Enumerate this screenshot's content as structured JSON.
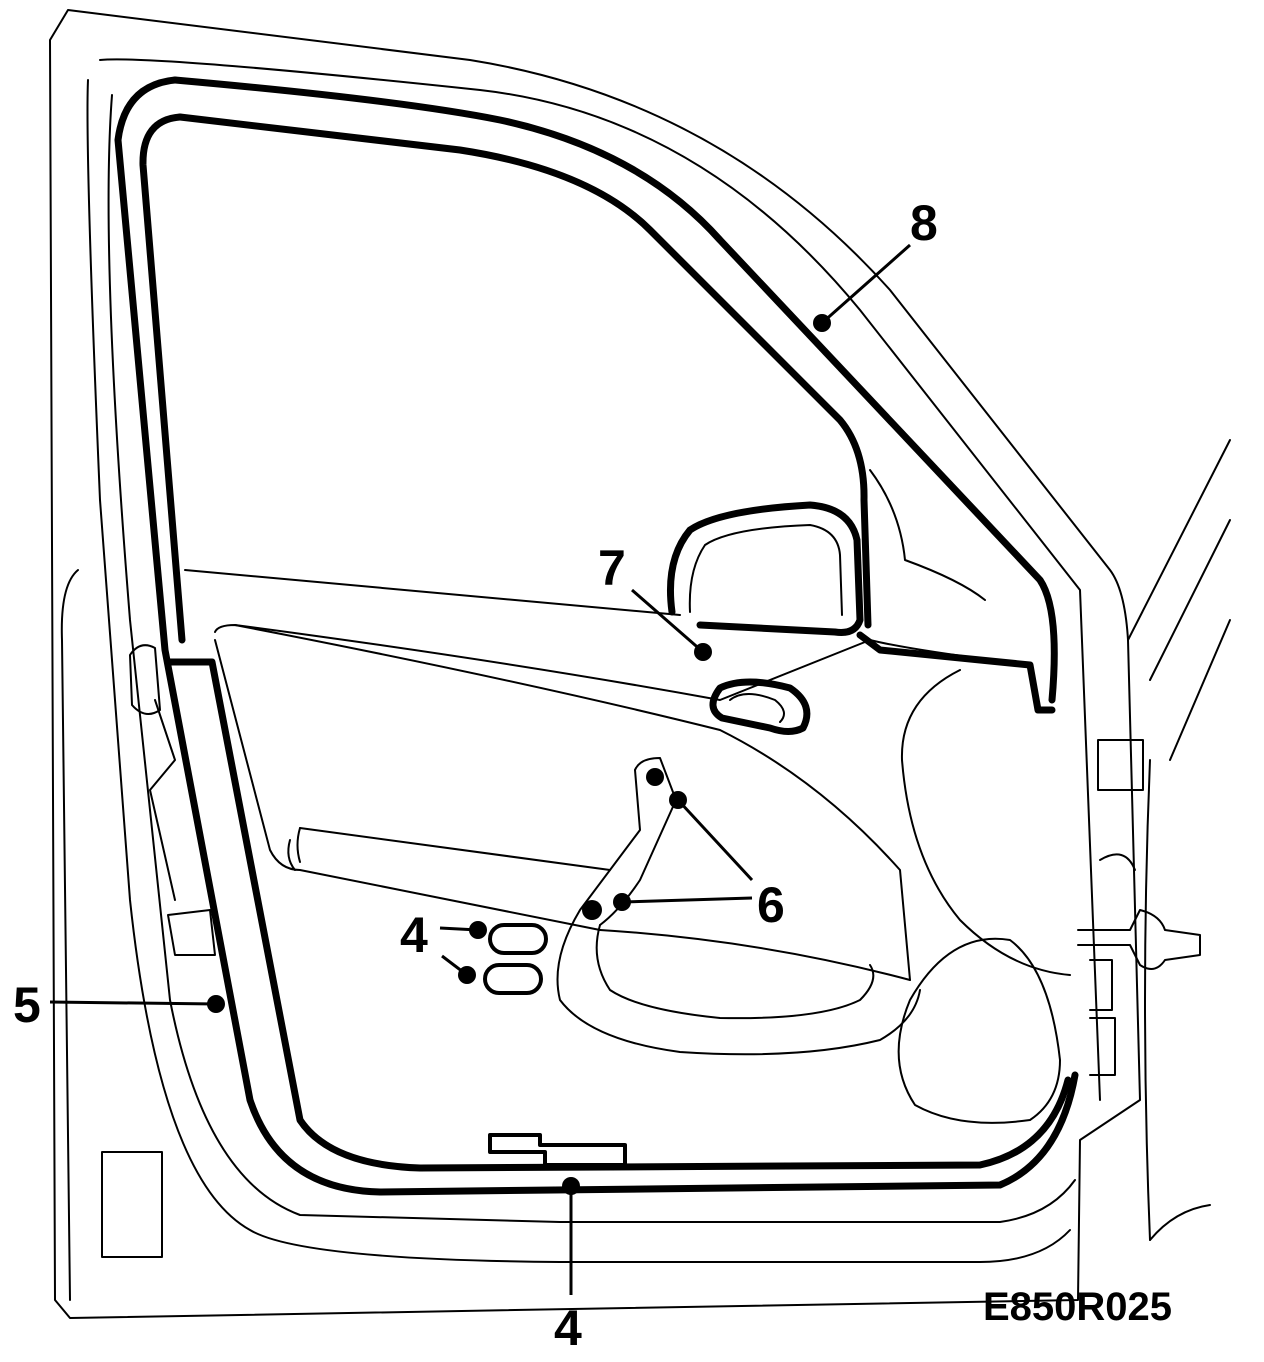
{
  "figure_code": "E850R025",
  "callouts": {
    "c8": "8",
    "c7": "7",
    "c6": "6",
    "c5": "5",
    "c4_left": "4",
    "c4_bottom": "4"
  }
}
